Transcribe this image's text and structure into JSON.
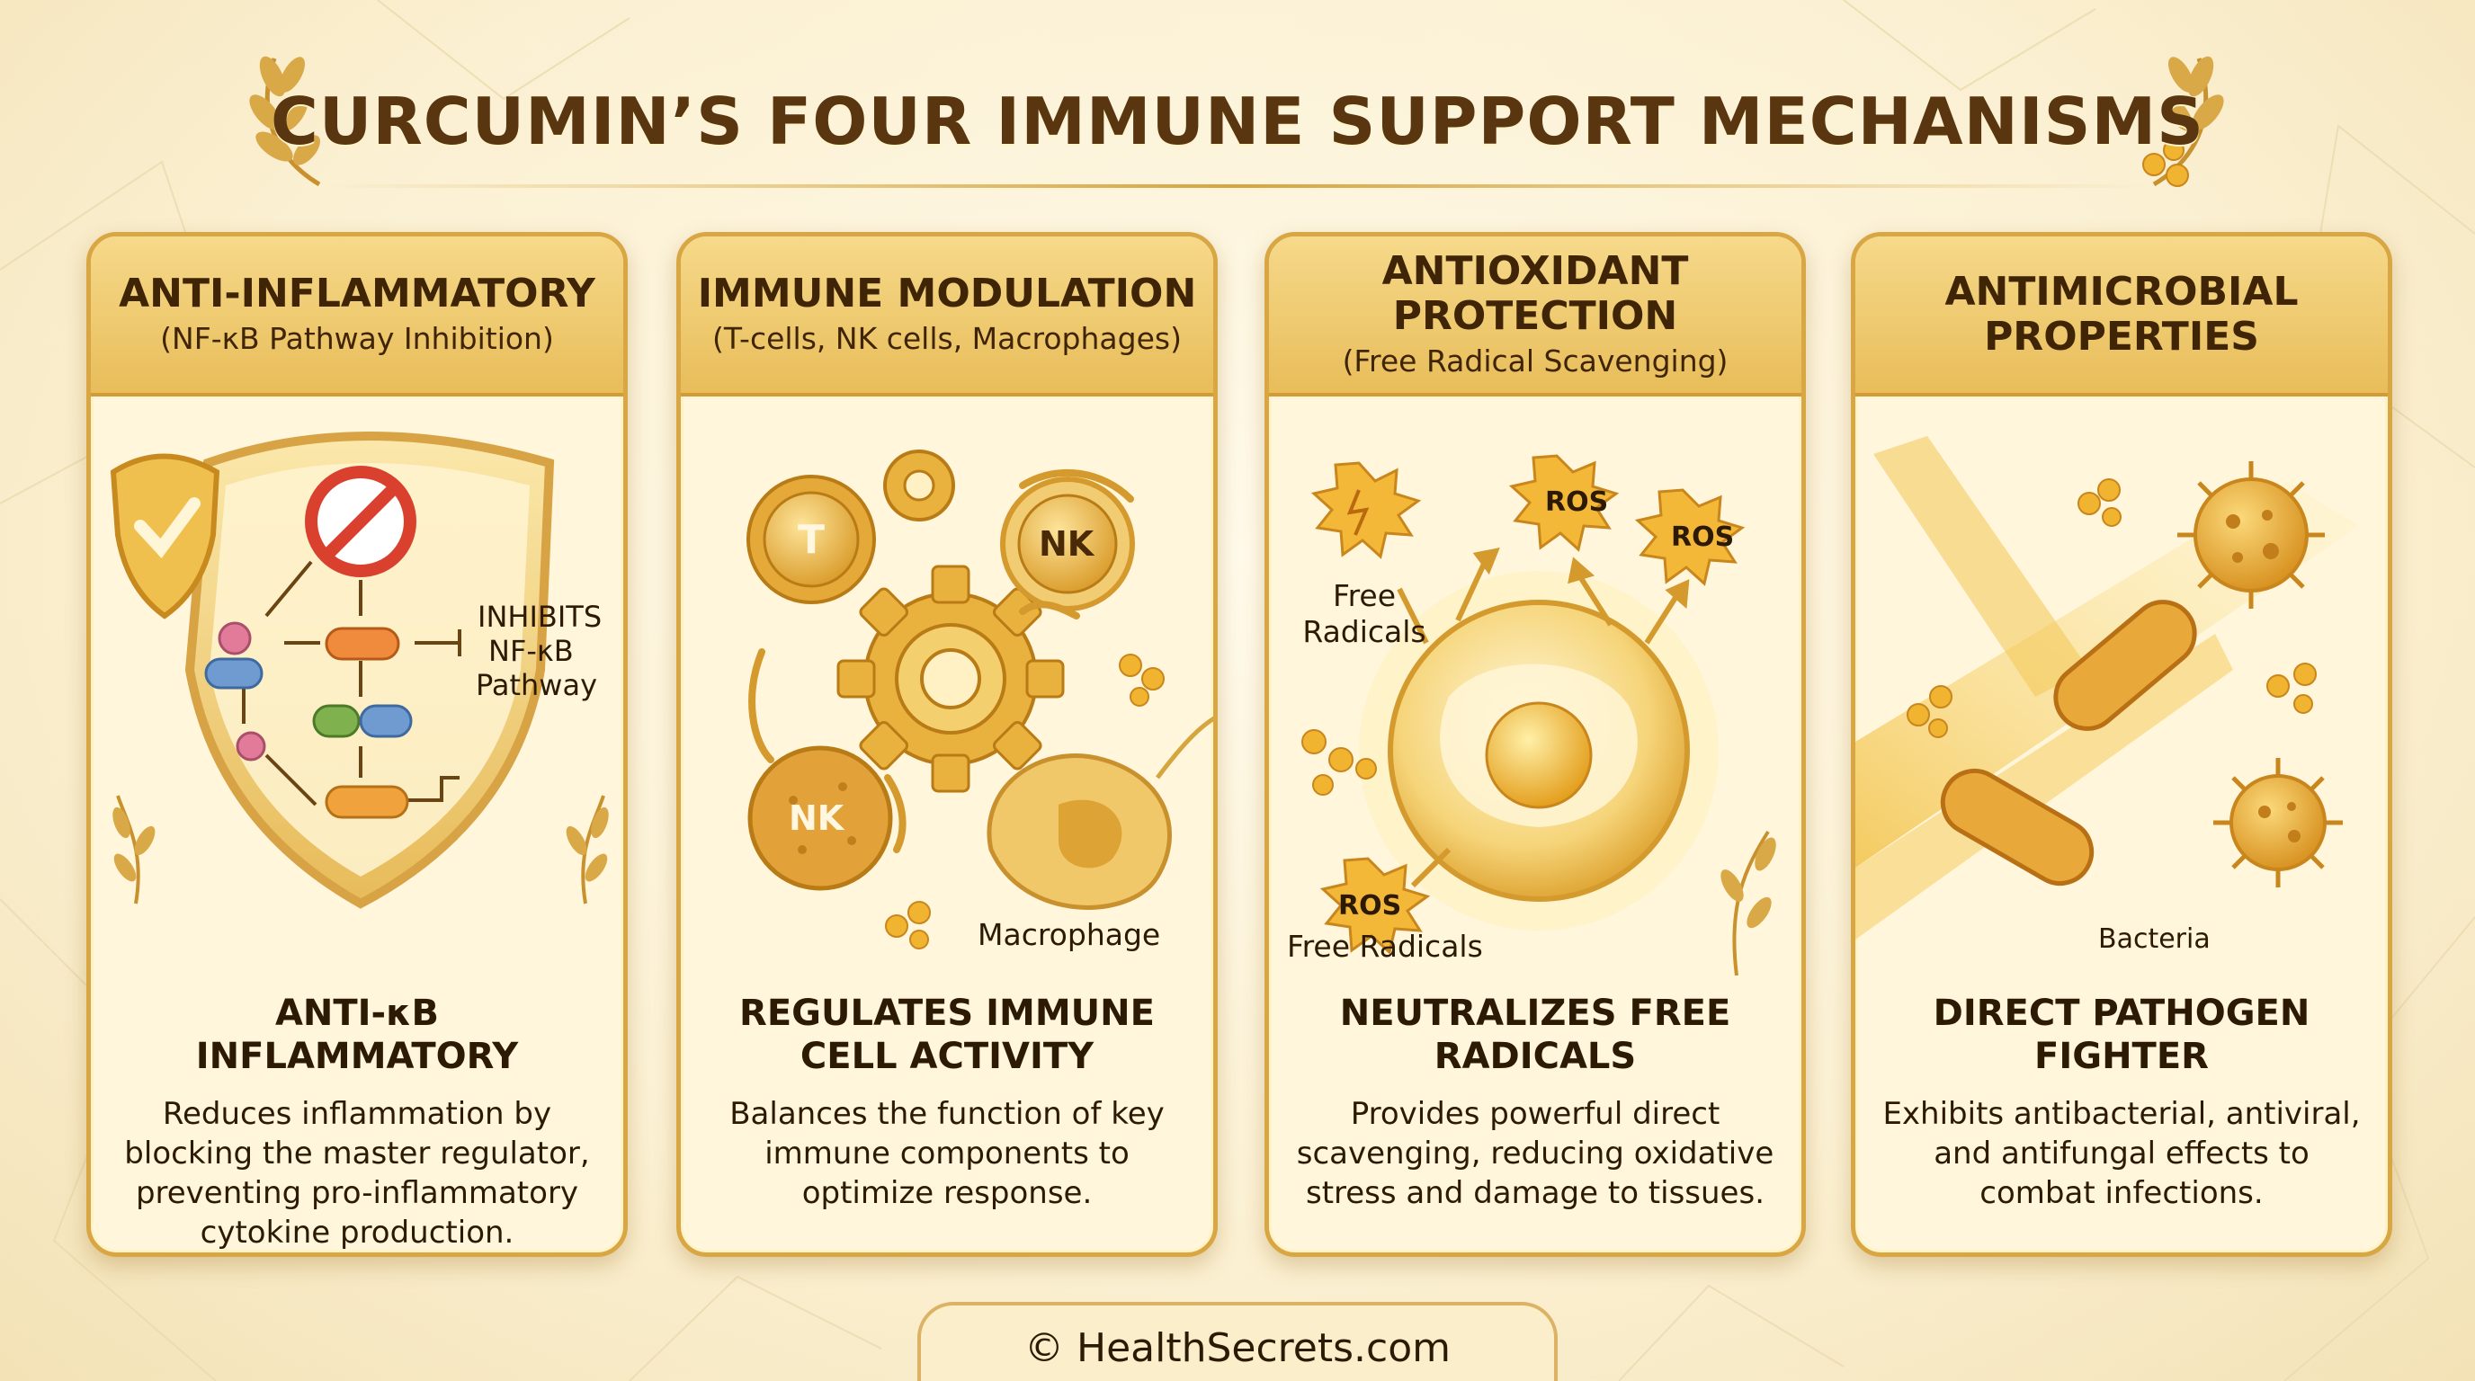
{
  "title": "CURCUMIN’S FOUR IMMUNE SUPPORT MECHANISMS",
  "cards": [
    {
      "heading": "ANTI-INFLAMMATORY",
      "subheading": "(NF-κB Pathway Inhibition)",
      "art_labels": [
        "INHIBITS",
        "NF-κB",
        "Pathway"
      ],
      "subtitle": "ANTI-κB INFLAMMATORY",
      "description": "Reduces inflammation by blocking the master regulator, preventing pro-inflammatory cytokine production."
    },
    {
      "heading": "IMMUNE MODULATION",
      "subheading": "(T-cells, NK cells, Macrophages)",
      "art_labels": [
        "T",
        "NK",
        "NK",
        "Macrophage"
      ],
      "subtitle": "REGULATES IMMUNE CELL ACTIVITY",
      "description": "Balances the function of key immune components to optimize response."
    },
    {
      "heading": "ANTIOXIDANT PROTECTION",
      "subheading": "(Free Radical Scavenging)",
      "art_labels": [
        "ROS",
        "ROS",
        "ROS",
        "Free Radicals",
        "Free Radicals"
      ],
      "subtitle": "NEUTRALIZES FREE RADICALS",
      "description": "Provides powerful direct scavenging, reducing oxidative stress and damage to tissues."
    },
    {
      "heading": "ANTIMICROBIAL PROPERTIES",
      "subheading": "",
      "art_labels": [
        "Bacteria"
      ],
      "subtitle": "DIRECT PATHOGEN FIGHTER",
      "description": "Exhibits antibacterial, antiviral, and antifungal effects to combat infections."
    }
  ],
  "footer": "© HealthSecrets.com",
  "colors": {
    "gold": "#d8a743",
    "gold_light": "#f6d98a",
    "text_brown": "#3f2406",
    "red_stop": "#d9412e"
  }
}
